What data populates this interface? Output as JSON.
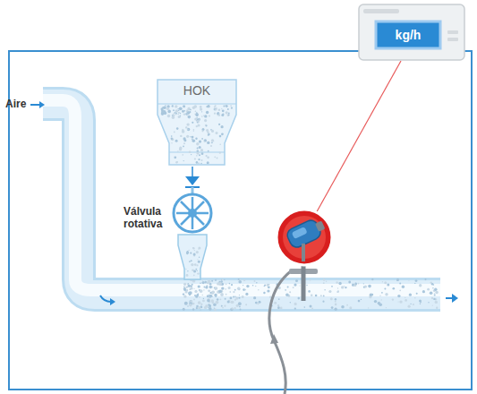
{
  "diagram": {
    "nodes": [
      {
        "text": [
          "kg/h"
        ]
      },
      {
        "text": [
          "HOK"
        ]
      }
    ],
    "labels": [
      "Aire",
      "Válvula rotativa"
    ]
  }
}
